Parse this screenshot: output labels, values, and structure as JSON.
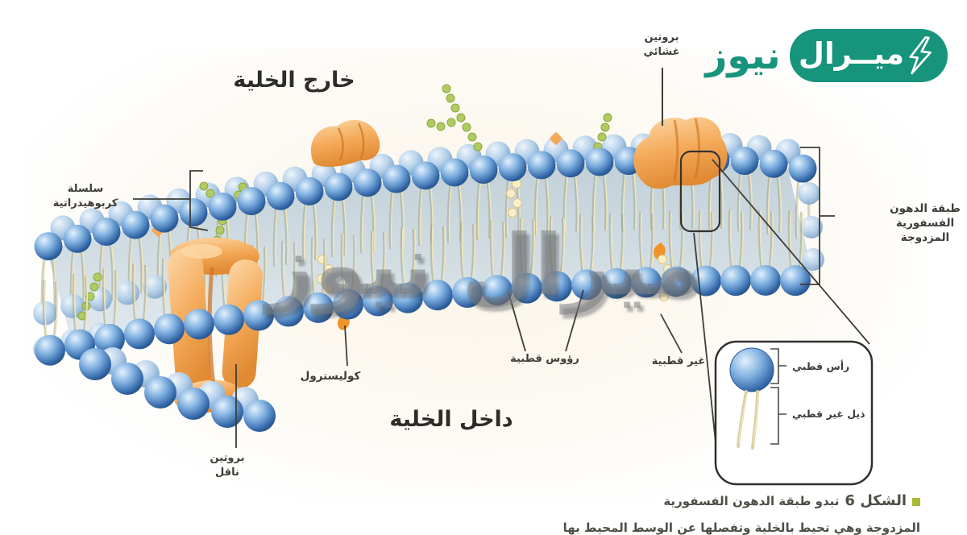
{
  "logo": {
    "brand_primary": "ميــرال",
    "brand_secondary": "نيوز",
    "icon": "lightning-bolt-icon"
  },
  "watermark": "ميرال نيوز",
  "labels": {
    "outside_cell": "خارج الخلية",
    "inside_cell": "داخل الخلية",
    "membrane_protein": "بروتين غشائي",
    "carbohydrate_chain": "سلسلة كربوهيدراتية",
    "phospholipid_bilayer": "طبقة الدهون الفسفورية المزدوجة",
    "cholesterol": "كوليسترول",
    "polar_heads": "رؤوس قطبية",
    "nonpolar": "غير قطبية",
    "transport_protein": "بروتين ناقل",
    "polar_head": "رأس قطبي",
    "nonpolar_tail": "ذيل غير قطبي"
  },
  "caption": {
    "figure_label": "الشكل 6",
    "text": "تبدو طبقة الدهون الفسفورية",
    "text_line2_partial": "المزدوجة وهي تحيط بالخلية وتفصلها عن الوسط المحيط بها"
  },
  "colors": {
    "brand_green": "#17947c",
    "sphere_blue_light": "#e3f1fc",
    "sphere_blue_mid": "#7fb0e0",
    "sphere_blue_dark": "#2f62a4",
    "sphere_back_light": "#eef5fc",
    "sphere_back_mid": "#b3cfe9",
    "sphere_back_dark": "#7fa3c9",
    "band_top": "#b7c9d4",
    "band_bottom": "#dce6ec",
    "tail_cream": "#efe6bd",
    "tail_shadow": "#9aa08c",
    "protein_light": "#fcd9a8",
    "protein_mid": "#f4a958",
    "protein_dark": "#e08a33",
    "protein_groove": "#cf7424",
    "carb_green": "#b2ca62",
    "carb_green_dark": "#8aa83c",
    "bead_cream": "#f8efca",
    "bead_edge": "#e0c57e",
    "annotation_ink": "#3f3d38",
    "caption_bullet": "#a9ba33",
    "watermark_gray": "#7a7c80"
  }
}
